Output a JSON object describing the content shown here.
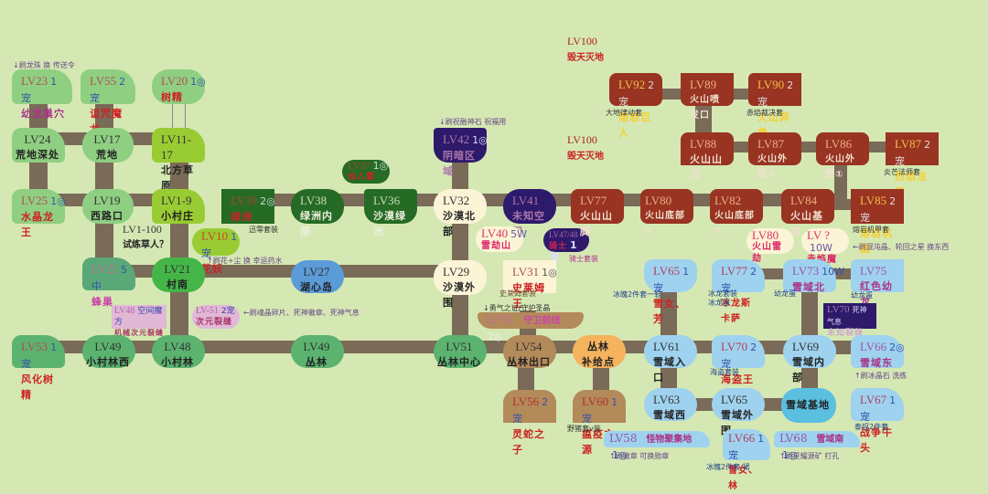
{
  "map_title": "Level Area Map",
  "colors": {
    "background": "#d5e8b3",
    "road": "#7a6a58",
    "grass_light": "#8fcf82",
    "grass_mid": "#5bbd55",
    "grass_lime": "#99cc33",
    "forest": "#256b26",
    "desert": "#fbf4d6",
    "void": "#2e1a6b",
    "volcano": "#993322",
    "snow": "#9fd2ef",
    "jungle": "#5bb36f",
    "jungle_brown": "#b38a5a",
    "jungle_orange": "#f5b35e",
    "lake": "#5a9bd8",
    "pink": "#e1b8d6"
  },
  "free_labels": {
    "lv100_top_lv": "LV100",
    "lv100_top_name": "毁天灭地",
    "lv100_mid_lv": "LV100",
    "lv100_mid_name": "毁天灭地",
    "dummy_lv": "LV1-100",
    "dummy_name": "试练草人？"
  },
  "nodes": {
    "lv23": {
      "lv": "LV23",
      "icon": "1宠",
      "name": "幼龙巢穴"
    },
    "lv55": {
      "lv": "LV55",
      "icon": "2宠",
      "name": "诅咒魔龙"
    },
    "lv20": {
      "lv": "LV20",
      "icon": "1◎",
      "name": "树精"
    },
    "lv24": {
      "lv": "LV24",
      "name": "荒地深处"
    },
    "lv17": {
      "lv": "LV17",
      "name": "荒地"
    },
    "lv11": {
      "lv": "LV11-17",
      "name": "北方草原"
    },
    "lv25": {
      "lv": "LV25",
      "icon": "1◎",
      "name": "水晶龙王"
    },
    "lv19": {
      "lv": "LV19",
      "name": "西路口"
    },
    "lv1": {
      "lv": "LV1-9",
      "name": "小村庄"
    },
    "lv10": {
      "lv": "LV10",
      "icon": "1宠",
      "name": "花妖"
    },
    "lv21b": {
      "lv": "LV21",
      "icon": "5中",
      "name": "蜂巢"
    },
    "lv21": {
      "lv": "LV21",
      "name": "村南"
    },
    "lv48b": {
      "lv": "LV48",
      "icon": "空间魔方",
      "name": "机械次元裂缝"
    },
    "lv51b": {
      "lv": "LV-51",
      "icon": "2宠",
      "name": "次元裂缝"
    },
    "lv53": {
      "lv": "LV53",
      "icon": "1宠",
      "name": "风化树精"
    },
    "lv49w": {
      "lv": "LV49",
      "name": "小村林西"
    },
    "lv48": {
      "lv": "LV48",
      "name": "小村林"
    },
    "lv49": {
      "lv": "LV49",
      "name": "丛林"
    },
    "lv27": {
      "lv": "LV27",
      "name": "湖心岛"
    },
    "lv39": {
      "lv": "LV39",
      "icon": "2◎",
      "name": "绿洲"
    },
    "lv38": {
      "lv": "LV38",
      "name": "绿洲内部"
    },
    "lv36": {
      "lv": "LV36",
      "name": "沙漠绿洲"
    },
    "lv37": {
      "lv": "LV37",
      "icon": "1◎",
      "name": "仙人掌"
    },
    "lv42": {
      "lv": "LV42",
      "icon": "1◎",
      "name": "阴暗区域"
    },
    "lv32": {
      "lv": "LV32",
      "name": "沙漠北部"
    },
    "lv41": {
      "lv": "LV41",
      "name": "未知空间"
    },
    "lv40": {
      "lv": "LV40",
      "icon": "5W",
      "name": "雷劫山"
    },
    "lv4748": {
      "lv": "LV47/48",
      "icon": "1宠",
      "name": "骑士"
    },
    "lv29": {
      "lv": "LV29",
      "name": "沙漠外围"
    },
    "lv31": {
      "lv": "LV31",
      "icon": "1◎",
      "name": "史莱姆王"
    },
    "lv58g": {
      "lv": "LV58",
      "icon": "2◎",
      "name": "守卫前线"
    },
    "lv51": {
      "lv": "LV51",
      "name": "丛林中心"
    },
    "lv54": {
      "lv": "LV54",
      "name": "丛林出口"
    },
    "supply": {
      "lv": "丛林",
      "name": "补给点"
    },
    "lv56": {
      "lv": "LV56",
      "icon": "2宠",
      "name": "灵蛇之子"
    },
    "lv60": {
      "lv": "LV60",
      "icon": "1宠",
      "name": "瘟疫之源"
    },
    "lv77": {
      "lv": "LV77",
      "name": "火山山脚"
    },
    "lv80a": {
      "lv": "LV80",
      "name": "火山底部①"
    },
    "lv82": {
      "lv": "LV82",
      "name": "火山底部②"
    },
    "lv84": {
      "lv": "LV84",
      "name": "火山基地"
    },
    "lv85": {
      "lv": "LV85",
      "icon": "2宠",
      "name": "熔岩机器"
    },
    "lv80b": {
      "lv": "LV80",
      "name": "火山雷劫"
    },
    "lvq": {
      "lv": "LV ?",
      "icon": "10W",
      "name": "赤焰魔尊"
    },
    "lv88": {
      "lv": "LV88",
      "name": "火山山顶"
    },
    "lv87a": {
      "lv": "LV87",
      "name": "火山外围②"
    },
    "lv86": {
      "lv": "LV86",
      "name": "火山外围①"
    },
    "lv87b": {
      "lv": "LV87",
      "icon": "2宠",
      "name": "烈焰法师"
    },
    "lv92": {
      "lv": "LV92",
      "icon": "2宠",
      "name": "熔岩巨人"
    },
    "lv89": {
      "lv": "LV89",
      "name": "火山喷发口"
    },
    "lv90": {
      "lv": "LV90",
      "icon": "2宠",
      "name": "火山异兽"
    },
    "lv65a": {
      "lv": "LV65",
      "icon": "1宠",
      "name": "雪女、芳"
    },
    "lv77s": {
      "lv": "LV77",
      "icon": "2宠",
      "name": "冰龙斯卡萨"
    },
    "lv73": {
      "lv": "LV73",
      "icon": "10W",
      "name": "雪域北"
    },
    "lv75": {
      "lv": "LV75",
      "name": "红色幼龙"
    },
    "lv70v": {
      "lv": "LV70",
      "icon": "死神气息",
      "name": "未知裂缝"
    },
    "lv61": {
      "lv": "LV61",
      "name": "雪域入口"
    },
    "lv70p": {
      "lv": "LV70",
      "icon": "2宠",
      "name": "海盗王"
    },
    "lv69": {
      "lv": "LV69",
      "name": "雪域内部"
    },
    "lv66e": {
      "lv": "LV66",
      "icon": "2◎",
      "name": "雪域东"
    },
    "lv63": {
      "lv": "LV63",
      "name": "雪域西"
    },
    "lv65b": {
      "lv": "LV65",
      "name": "雪域外围"
    },
    "base": {
      "lv": "",
      "name": "雪域基地"
    },
    "lv67": {
      "lv": "LV67",
      "icon": "1宠",
      "name": "战争牛头"
    },
    "lv58m": {
      "lv": "LV58",
      "icon": "1◎",
      "name": "怪物聚集地"
    },
    "lv66w": {
      "lv": "LV66",
      "icon": "1宠",
      "name": "雪女、林"
    },
    "lv68": {
      "lv": "LV68",
      "icon": "1◎",
      "name": "雪域南"
    }
  },
  "notes": {
    "n_dragonball": "↓刷龙珠 换 传送令",
    "n_flower": "↑刷花+尘 换 幸运药水",
    "n_quick": "迅零套装",
    "n_crystal": "←刷魂晶碎片、死神徽章、死神气息",
    "n_godstone": "↓刷祝融神石 祝福用",
    "n_knight": "骑士套装",
    "n_slime": "史莱姆套装",
    "n_courage": "↓勇气之证/守护圣晶",
    "n_boar": "野猪套v装",
    "n_earth": "大地律动套",
    "n_flameset": "赤焰裁决套",
    "n_flamemage": "炎芒法师套",
    "n_mecha": "熔岩机甲套",
    "n_chaos": "←刷混沌晶、轮回之星 换东西",
    "n_ice2": "冰魄2件套一鞋",
    "n_iceset": "冰龙套装",
    "n_iceegg": "冰龙蛋",
    "n_babyegg1": "幼龙蛋",
    "n_babyegg2": "幼龙蛋",
    "n_pirate": "海盗套装",
    "n_icecrystal": "↑刷冰晶石 洗练",
    "n_titan": "泰坦2件套",
    "n_medal": "↑刷徽章 可换勋章",
    "n_ice2b": "冰魄2件套 裙",
    "n_ore": "↑刷星耀源矿 打孔"
  }
}
